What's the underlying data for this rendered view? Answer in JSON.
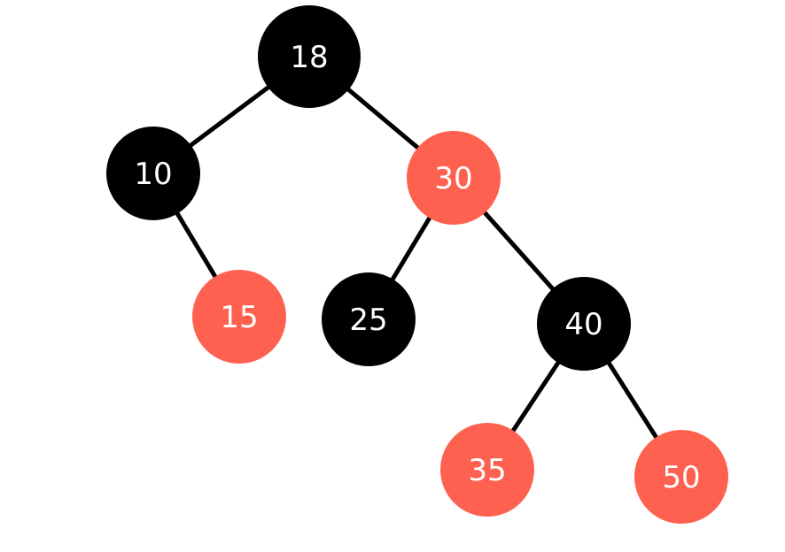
{
  "colors": {
    "black_node": "#000000",
    "red_node": "#ff6150",
    "edge": "#000000",
    "label": "#ffffff"
  },
  "tree": {
    "nodes": [
      {
        "id": "n18",
        "label": "18",
        "color": "black"
      },
      {
        "id": "n10",
        "label": "10",
        "color": "black"
      },
      {
        "id": "n30",
        "label": "30",
        "color": "red"
      },
      {
        "id": "n15",
        "label": "15",
        "color": "red"
      },
      {
        "id": "n25",
        "label": "25",
        "color": "black"
      },
      {
        "id": "n40",
        "label": "40",
        "color": "black"
      },
      {
        "id": "n35",
        "label": "35",
        "color": "red"
      },
      {
        "id": "n50",
        "label": "50",
        "color": "red"
      }
    ],
    "edges": [
      {
        "from": "n18",
        "to": "n10"
      },
      {
        "from": "n18",
        "to": "n30"
      },
      {
        "from": "n10",
        "to": "n15"
      },
      {
        "from": "n30",
        "to": "n25"
      },
      {
        "from": "n30",
        "to": "n40"
      },
      {
        "from": "n40",
        "to": "n35"
      },
      {
        "from": "n40",
        "to": "n50"
      }
    ]
  }
}
